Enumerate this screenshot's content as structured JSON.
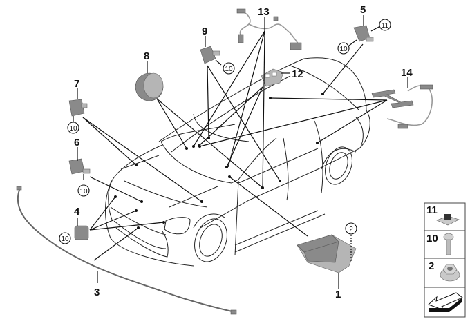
{
  "diagram": {
    "title": "Airbag / crash sensor components",
    "callouts": [
      {
        "id": "1",
        "part": "control-unit"
      },
      {
        "id": "2",
        "part": "nut-ref"
      },
      {
        "id": "3",
        "part": "cable"
      },
      {
        "id": "4",
        "part": "front-sensor"
      },
      {
        "id": "5",
        "part": "rear-sensor"
      },
      {
        "id": "6",
        "part": "side-sensor-left"
      },
      {
        "id": "7",
        "part": "side-sensor-front"
      },
      {
        "id": "8",
        "part": "round-sensor"
      },
      {
        "id": "9",
        "part": "upper-sensor"
      },
      {
        "id": "10",
        "part": "screw-ref"
      },
      {
        "id": "11",
        "part": "clip-nut-ref"
      },
      {
        "id": "12",
        "part": "bracket"
      },
      {
        "id": "13",
        "part": "harness-roof"
      },
      {
        "id": "14",
        "part": "seat-mat-harness"
      }
    ],
    "circled_refs": [
      "10",
      "10",
      "10",
      "10",
      "10",
      "11",
      "2"
    ]
  },
  "legend": {
    "items": [
      {
        "number": "11",
        "icon": "clip-nut-icon"
      },
      {
        "number": "10",
        "icon": "torx-screw-icon"
      },
      {
        "number": "2",
        "icon": "flange-nut-icon"
      },
      {
        "number": "",
        "icon": "direction-arrow-icon"
      }
    ]
  },
  "colors": {
    "line": "#111111",
    "part_fill": "#8a8a8a",
    "part_light": "#b5b5b5",
    "background": "#ffffff"
  }
}
